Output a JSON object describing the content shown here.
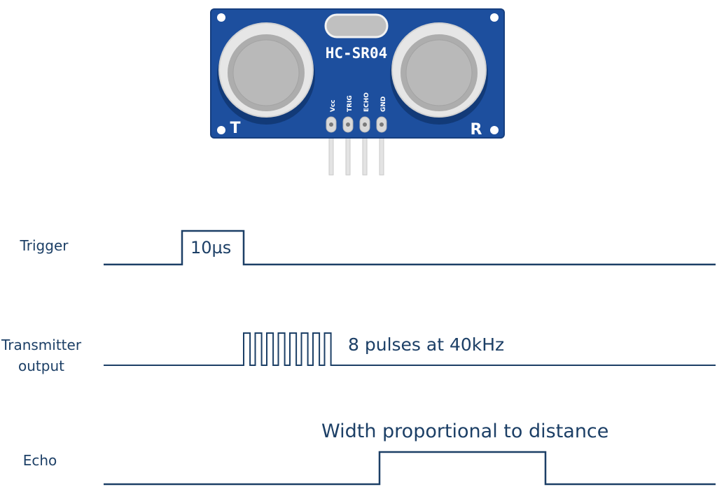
{
  "sensor": {
    "model": "HC-SR04",
    "transmitter_mark": "T",
    "receiver_mark": "R",
    "pins": [
      "Vcc",
      "TRIG",
      "ECHO",
      "GND"
    ],
    "board_color": "#1d4f9e",
    "board_edge_color": "#173f7f"
  },
  "signals": {
    "trigger": {
      "label": "Trigger",
      "pulse_text": "10µs"
    },
    "transmitter": {
      "label_line1": "Transmitter",
      "label_line2": "output",
      "burst_text": "8 pulses at 40kHz",
      "pulse_count": 8
    },
    "echo": {
      "label": "Echo",
      "width_text": "Width proportional to distance"
    }
  },
  "colors": {
    "wave": "#1c3f66",
    "text": "#1c3f66"
  }
}
